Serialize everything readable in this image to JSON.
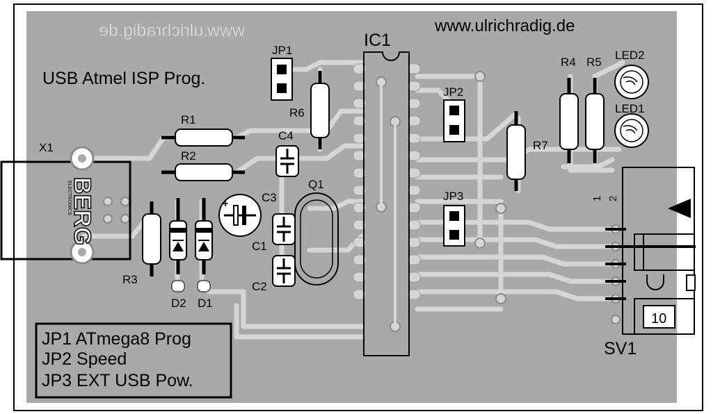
{
  "board": {
    "title": "USB Atmel ISP Prog.",
    "url": "www.ulrichradig.de",
    "mirrored_url": "www.ulrichradig.de"
  },
  "components": {
    "ic1": "IC1",
    "jp1": "JP1",
    "jp2": "JP2",
    "jp3": "JP3",
    "r1": "R1",
    "r2": "R2",
    "r3": "R3",
    "r4": "R4",
    "r5": "R5",
    "r6": "R6",
    "r7": "R7",
    "c1": "C1",
    "c2": "C2",
    "c3": "C3",
    "c4": "C4",
    "q1": "Q1",
    "d1": "D1",
    "d2": "D2",
    "led1": "LED1",
    "led2": "LED2",
    "x1": "X1",
    "sv1": "SV1",
    "sv1_pin1": "1",
    "sv1_pin2": "2",
    "sv1_pin10": "10"
  },
  "connector_logo": {
    "brand": "BERG",
    "sub": "ELECTRONICS"
  },
  "legend": {
    "line1": "JP1 ATmega8 Prog",
    "line2": "JP2 Speed",
    "line3": "JP3 EXT USB Pow."
  },
  "colors": {
    "board": "#a9a9a9",
    "copper": "#d6d6d6",
    "silk": "#000000",
    "component_fill": "#ffffff"
  }
}
